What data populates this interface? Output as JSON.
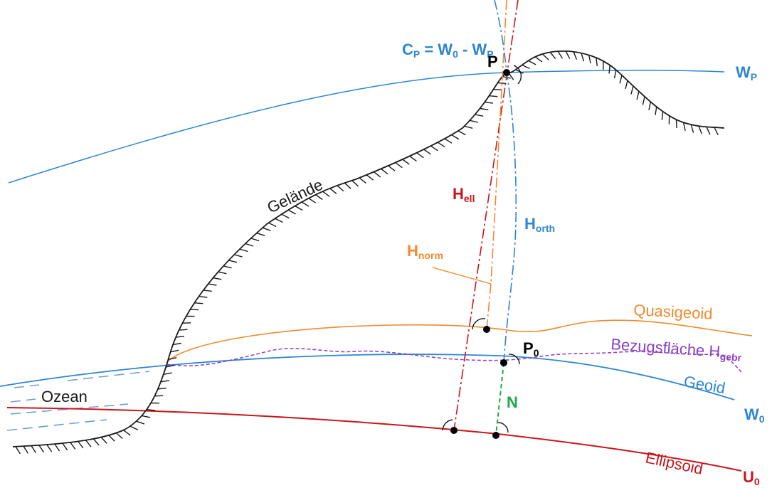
{
  "labels": {
    "cp_main": "C",
    "cp_sub": "P",
    "cp_eq": " = W",
    "cp_eq_sub0": "0",
    "cp_minus": " - W",
    "cp_minus_sub": "P",
    "point_p": "P",
    "wp_main": "W",
    "wp_sub": "P",
    "gelaende": "Gelände",
    "hell_main": "H",
    "hell_sub": "ell",
    "horth_main": "H",
    "horth_sub": "orth",
    "hnorm_main": "H",
    "hnorm_sub": "norm",
    "quasigeoid": "Quasigeoid",
    "bezug_main": "Bezugsfläche H",
    "bezug_sub": "gebr",
    "p0_main": "P",
    "p0_sub": "0",
    "geoid": "Geoid",
    "w0_main": "W",
    "w0_sub": "0",
    "n": "N",
    "ozean": "Ozean",
    "ellipsoid": "Ellipsoid",
    "u0_main": "U",
    "u0_sub": "0"
  },
  "colors": {
    "terrain": "#1a1a1a",
    "equipotential": "#2f86d0",
    "ellipsoid": "#c8161d",
    "quasigeoid": "#f08a2c",
    "bezugsflaeche": "#8b3fc4",
    "n_segment": "#1fa84a",
    "ocean_dash": "#6f9fd6"
  }
}
